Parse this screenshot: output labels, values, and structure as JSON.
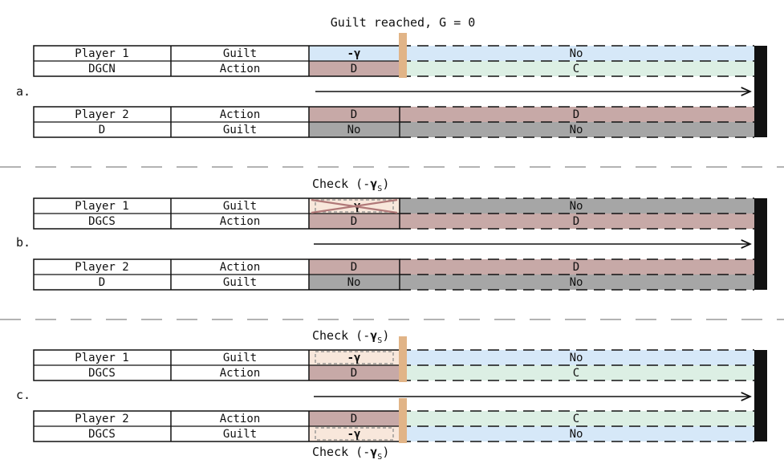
{
  "colors": {
    "guilt_blue": "#d6e8f8",
    "coop_green": "#dcefe4",
    "defect_mauve": "#c7a9a7",
    "no_grey": "#a6a6a6",
    "peach": "#f8e7db",
    "marker_orange": "#e1b487",
    "end_bar": "#111111",
    "separator": "#b3b3b3"
  },
  "panels": {
    "a": {
      "label": "a.",
      "top_note": "Guilt reached, G = 0",
      "p1": {
        "name": "Player 1",
        "strategy": "DGCN",
        "row1": {
          "label": "Guilt",
          "initial": "-γ",
          "rest": "No"
        },
        "row2": {
          "label": "Action",
          "initial": "D",
          "rest": "C"
        }
      },
      "p2": {
        "name": "Player 2",
        "strategy": "D",
        "row1": {
          "label": "Action",
          "initial": "D",
          "rest": "D"
        },
        "row2": {
          "label": "Guilt",
          "initial": "No",
          "rest": "No"
        }
      }
    },
    "b": {
      "label": "b.",
      "top_note_prefix": "Check (-",
      "top_note_symbol": "γ",
      "top_note_sub": "S",
      "top_note_suffix": ")",
      "p1": {
        "name": "Player 1",
        "strategy": "DGCS",
        "row1": {
          "label": "Guilt",
          "initial": "-γ",
          "rest": "No"
        },
        "row2": {
          "label": "Action",
          "initial": "D",
          "rest": "D"
        }
      },
      "p2": {
        "name": "Player 2",
        "strategy": "D",
        "row1": {
          "label": "Action",
          "initial": "D",
          "rest": "D"
        },
        "row2": {
          "label": "Guilt",
          "initial": "No",
          "rest": "No"
        }
      }
    },
    "c": {
      "label": "c.",
      "top_note_prefix": "Check (-",
      "top_note_symbol": "γ",
      "top_note_sub": "S",
      "top_note_suffix": ")",
      "bottom_note_prefix": "Check (-",
      "bottom_note_symbol": "γ",
      "bottom_note_sub": "S",
      "bottom_note_suffix": ")",
      "p1": {
        "name": "Player 1",
        "strategy": "DGCS",
        "row1": {
          "label": "Guilt",
          "initial": "-γ",
          "rest": "No"
        },
        "row2": {
          "label": "Action",
          "initial": "D",
          "rest": "C"
        }
      },
      "p2": {
        "name": "Player 2",
        "strategy": "DGCS",
        "row1": {
          "label": "Action",
          "initial": "D",
          "rest": "C"
        },
        "row2": {
          "label": "Guilt",
          "initial": "-γ",
          "rest": "No"
        }
      }
    }
  }
}
